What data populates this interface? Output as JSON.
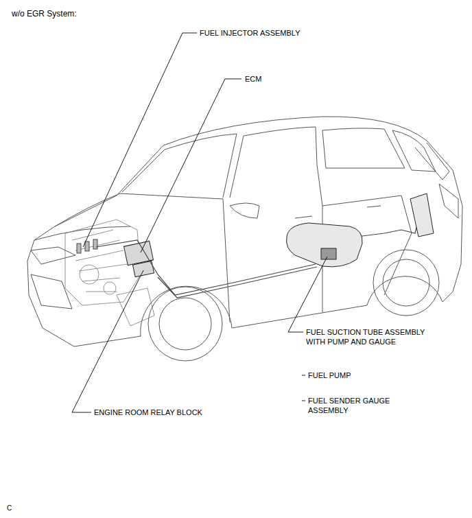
{
  "diagram": {
    "title": "w/o EGR System:",
    "labels": [
      "FUEL INJECTOR ASSEMBLY",
      "ECM",
      "FUEL SUCTION TUBE ASSEMBLY WITH PUMP AND GAUGE",
      "FUEL PUMP",
      "FUEL SENDER GAUGE ASSEMBLY",
      "ENGINE ROOM RELAY BLOCK",
      "C"
    ]
  }
}
